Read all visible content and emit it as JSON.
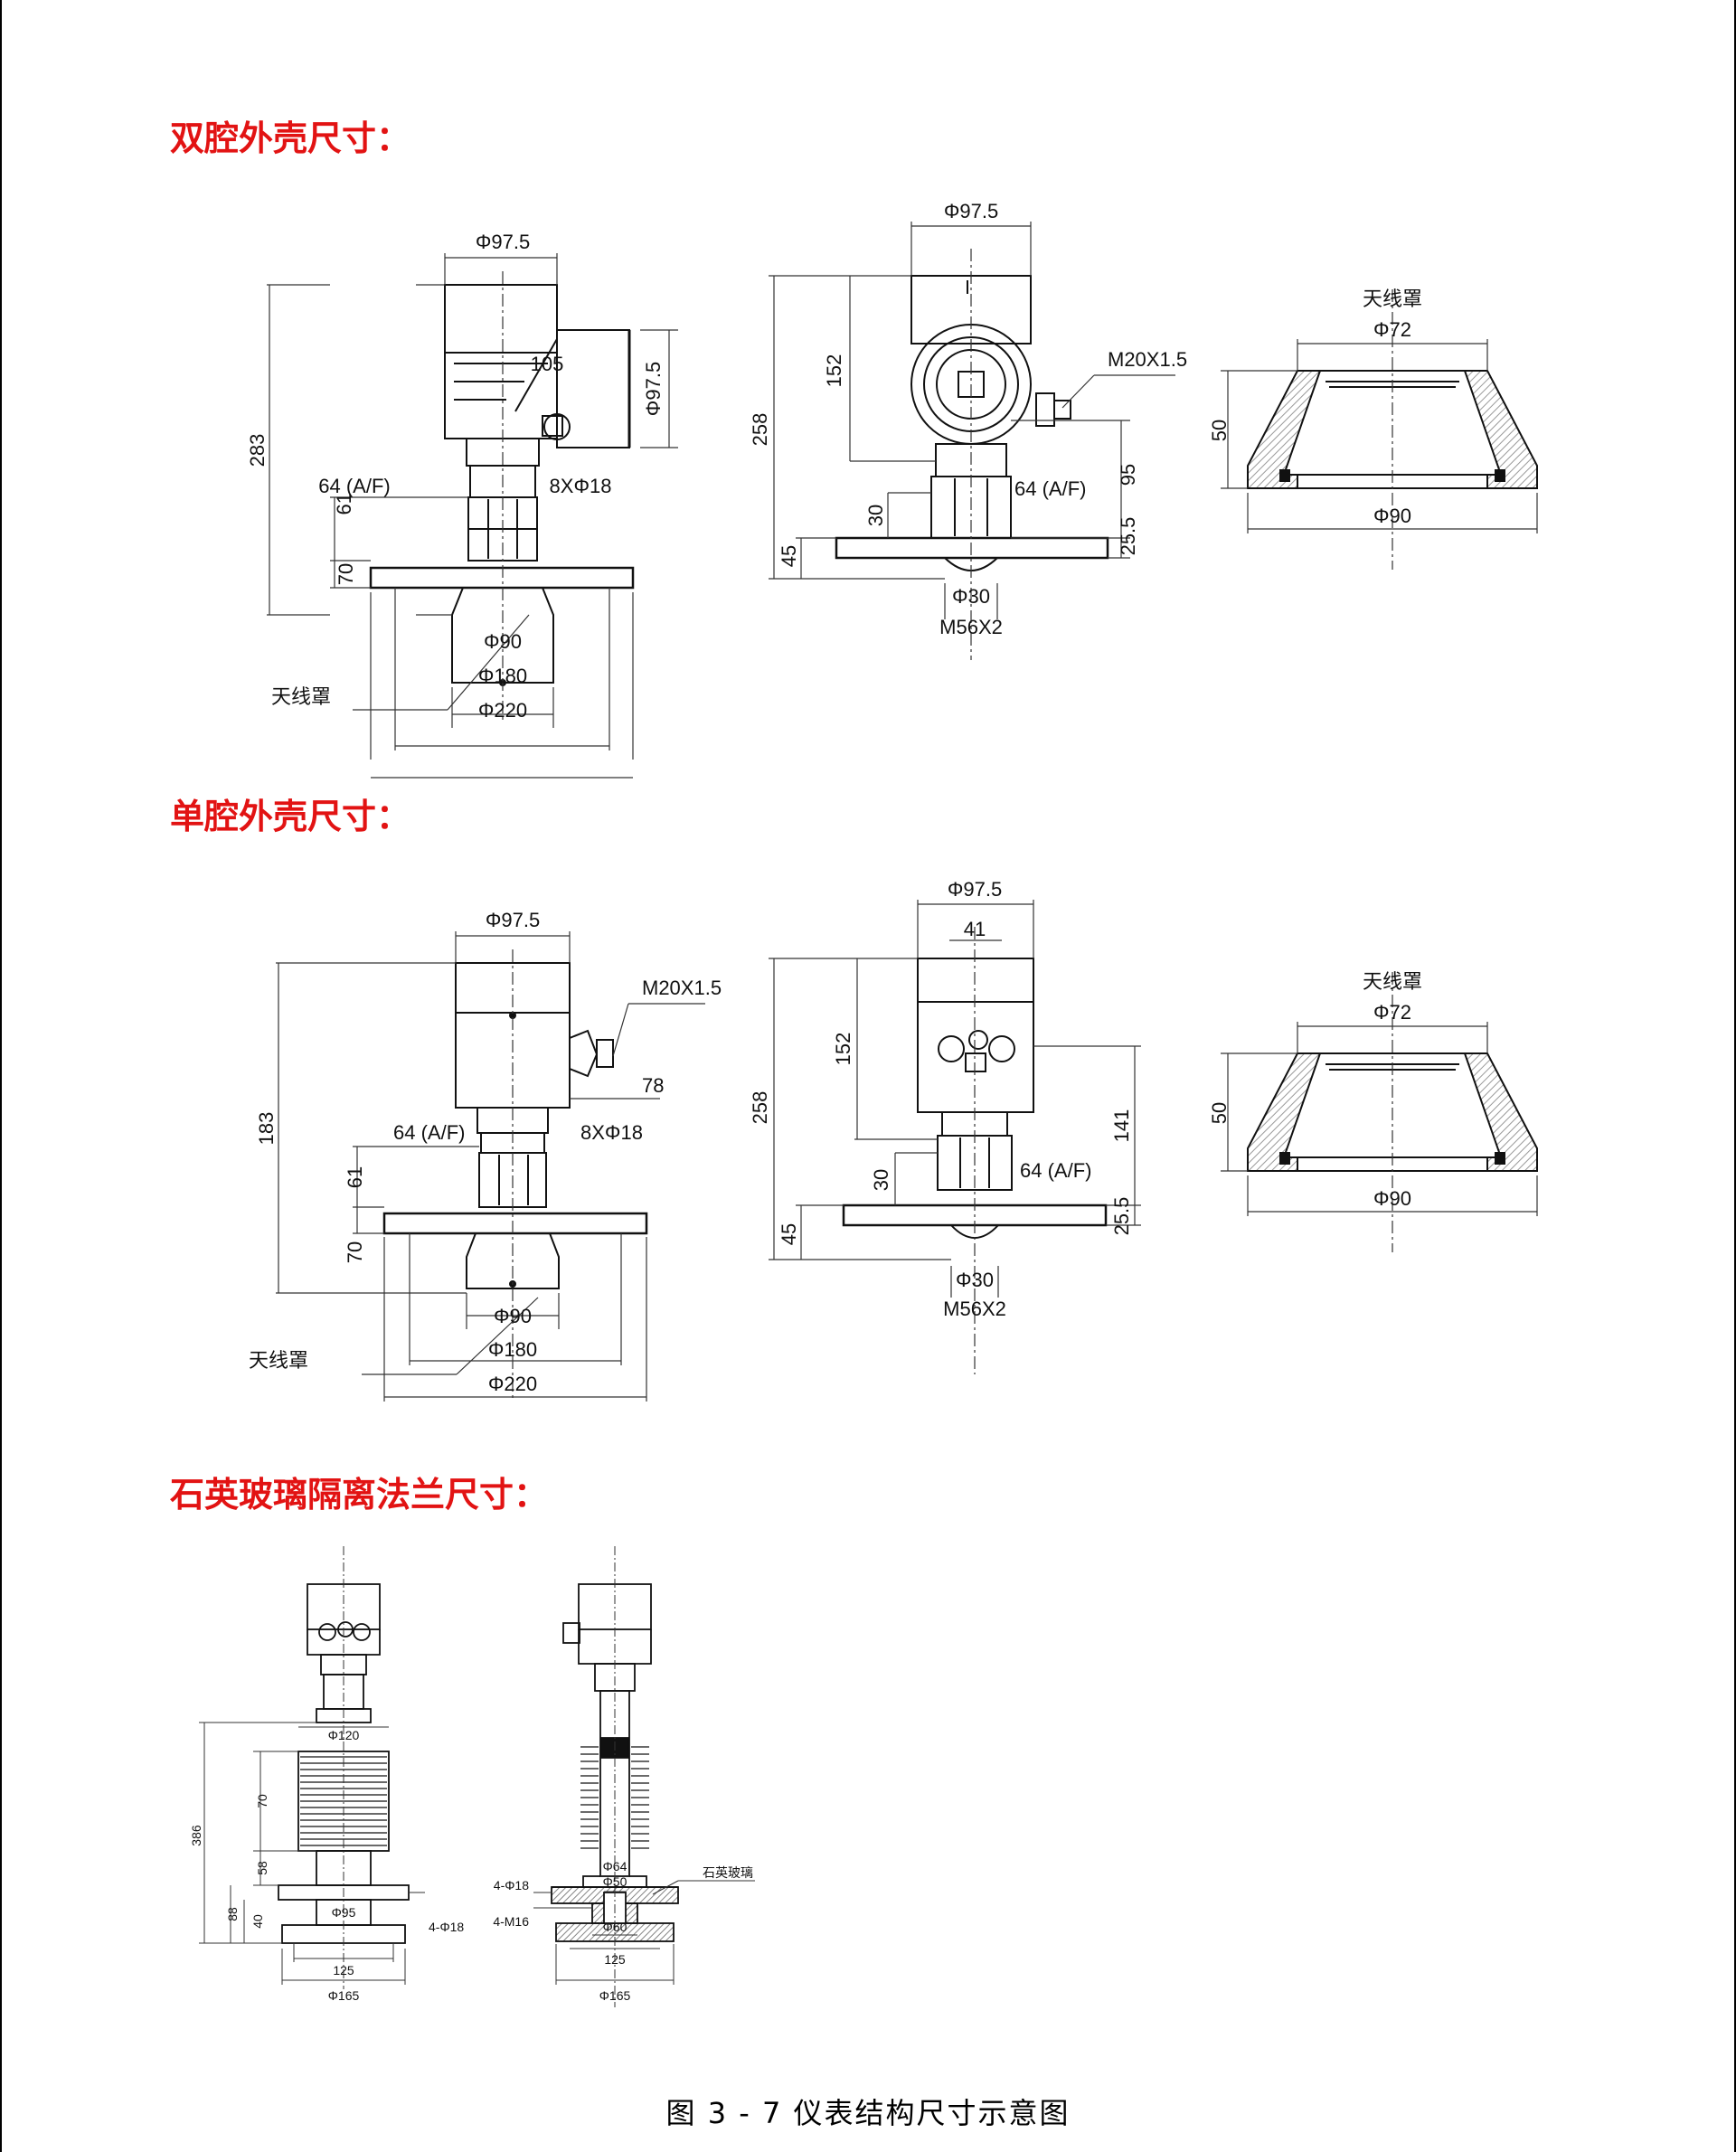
{
  "sections": [
    {
      "heading": "双腔外壳尺寸：",
      "front": {
        "top_dia": "Φ97.5",
        "side_dia": "Φ97.5",
        "dim_105": "105",
        "height": "283",
        "neck": "61",
        "flange_h": "70",
        "nut": "64 (A/F)",
        "bolts": "8XΦ18",
        "horn_dia": "Φ90",
        "pcd": "Φ180",
        "flange_dia": "Φ220",
        "antenna": "天线罩"
      },
      "side": {
        "top_dia": "Φ97.5",
        "height": "258",
        "housing_h": "152",
        "gland": "M20X1.5",
        "dim_95": "95",
        "dim_30": "30",
        "nut": "64 (A/F)",
        "dim_45": "45",
        "dim_255": "25.5",
        "thread_dia": "Φ30",
        "thread": "M56X2"
      },
      "cover": {
        "label": "天线罩",
        "top_dia": "Φ72",
        "height": "50",
        "bottom_dia": "Φ90"
      }
    },
    {
      "heading": "单腔外壳尺寸：",
      "front": {
        "top_dia": "Φ97.5",
        "gland": "M20X1.5",
        "dim_78": "78",
        "height": "183",
        "neck": "61",
        "flange_h": "70",
        "nut": "64 (A/F)",
        "bolts": "8XΦ18",
        "horn_dia": "Φ90",
        "pcd": "Φ180",
        "flange_dia": "Φ220",
        "antenna": "天线罩"
      },
      "side": {
        "top_dia": "Φ97.5",
        "dim_41": "41",
        "height": "258",
        "housing_h": "152",
        "dim_141": "141",
        "dim_30": "30",
        "nut": "64 (A/F)",
        "dim_45": "45",
        "dim_255": "25.5",
        "thread_dia": "Φ30",
        "thread": "M56X2"
      },
      "cover": {
        "label": "天线罩",
        "top_dia": "Φ72",
        "height": "50",
        "bottom_dia": "Φ90"
      }
    },
    {
      "heading": "石英玻璃隔离法兰尺寸：",
      "front": {
        "fin_dia": "Φ120",
        "height": "386",
        "fin_h": "70",
        "dim_58": "58",
        "dim_88": "88",
        "dim_40": "40",
        "inner_dia": "Φ95",
        "bolts": "4-Φ18",
        "pcd": "125",
        "flange_dia": "Φ165"
      },
      "side": {
        "bolts": "4-Φ18",
        "tap": "4-M16",
        "d64": "Φ64",
        "d50": "Φ50",
        "d60": "Φ60",
        "pcd": "125",
        "flange_dia": "Φ165",
        "glass": "石英玻璃"
      }
    }
  ],
  "caption": "图 3 - 7 仪表结构尺寸示意图",
  "colors": {
    "heading": "#e21313",
    "line": "#111111",
    "hatch": "#9a9a9a",
    "dim": "#333333"
  }
}
